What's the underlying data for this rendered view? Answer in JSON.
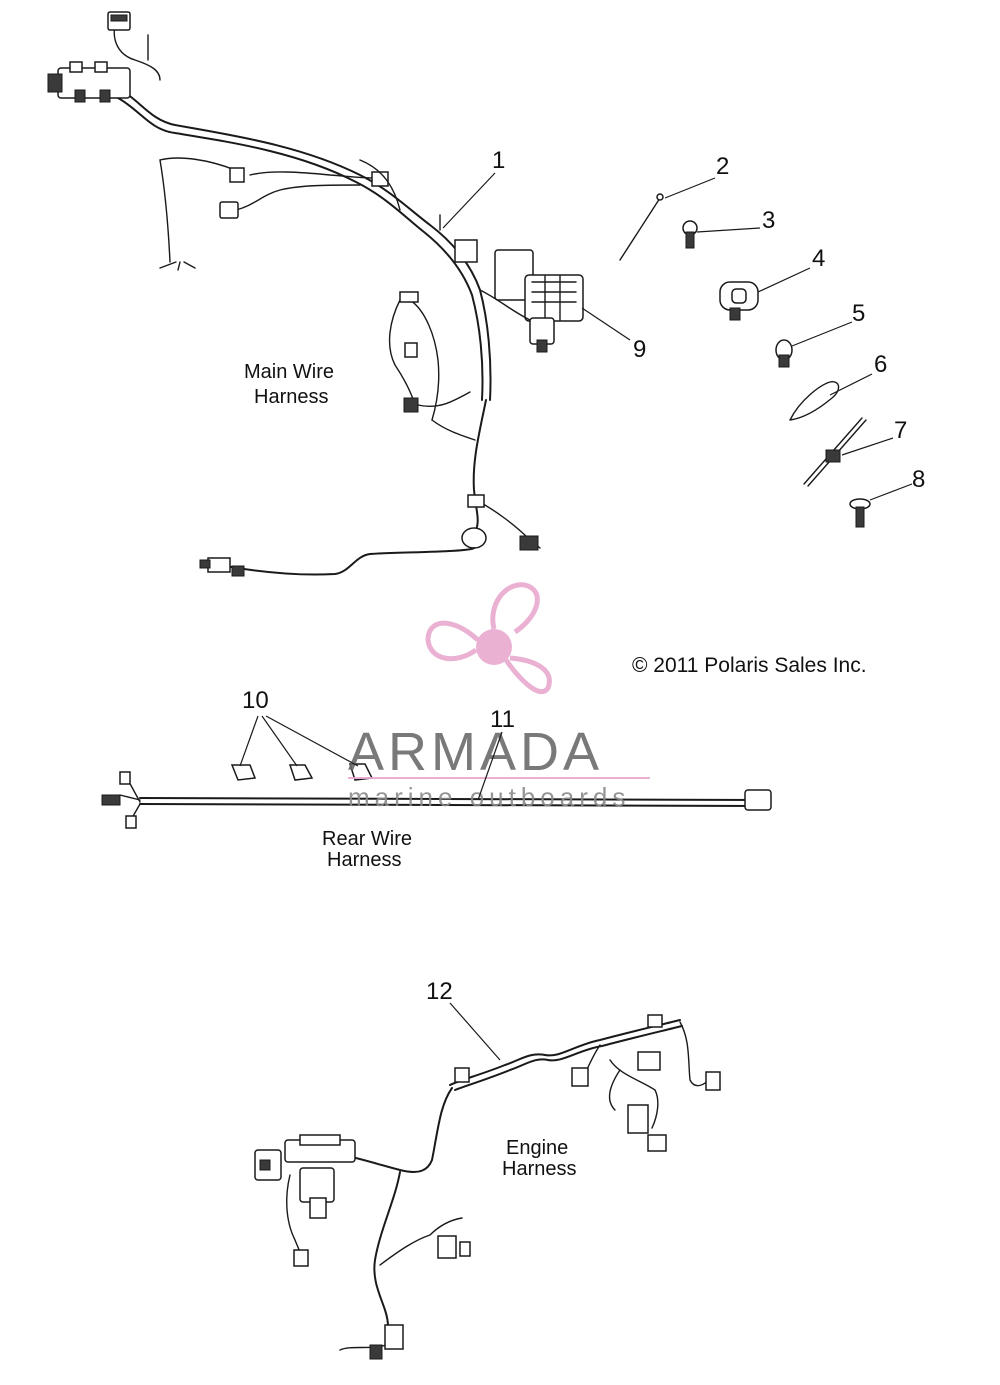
{
  "callouts": {
    "c1": "1",
    "c2": "2",
    "c3": "3",
    "c4": "4",
    "c5": "5",
    "c6": "6",
    "c7": "7",
    "c8": "8",
    "c9": "9",
    "c10": "10",
    "c11": "11",
    "c12": "12"
  },
  "labels": {
    "main_line1": "Main Wire",
    "main_line2": "Harness",
    "rear_line1": "Rear Wire",
    "rear_line2": "Harness",
    "engine_line1": "Engine",
    "engine_line2": "Harness"
  },
  "copyright": "© 2011 Polaris Sales Inc.",
  "watermark": {
    "title": "ARMADA",
    "subtitle": "marine outboards",
    "color_pink": "#e8a9cf",
    "color_gray": "#6b6b6b"
  }
}
